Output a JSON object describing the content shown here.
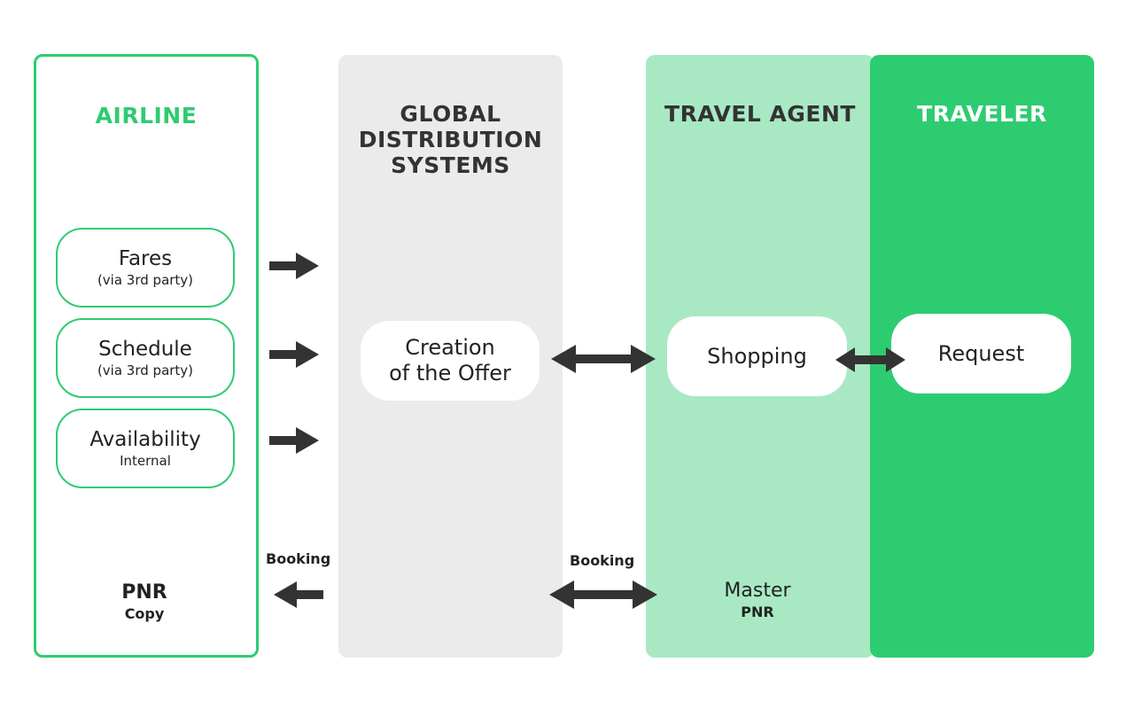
{
  "columns": {
    "airline": {
      "title": "AIRLINE",
      "color": "#2ecc71"
    },
    "gds": {
      "title": "GLOBAL\nDISTRIBUTION\nSYSTEMS",
      "color": "#ebebeb"
    },
    "travel_agent": {
      "title": "TRAVEL AGENT",
      "color": "#a8e9c4"
    },
    "traveler": {
      "title": "TRAVELER",
      "color": "#2ecc71"
    }
  },
  "airline_sources": [
    {
      "label": "Fares",
      "sublabel": "(via 3rd party)"
    },
    {
      "label": "Schedule",
      "sublabel": "(via 3rd party)"
    },
    {
      "label": "Availability",
      "sublabel": "Internal"
    }
  ],
  "gds_node": {
    "label": "Creation\nof the Offer"
  },
  "agent_node": {
    "label": "Shopping"
  },
  "traveler_node": {
    "label": "Request"
  },
  "pnr_copy": {
    "label": "PNR",
    "sublabel": "Copy"
  },
  "master_pnr": {
    "label": "Master",
    "sublabel": "PNR"
  },
  "booking_labels": {
    "left": "Booking",
    "right": "Booking"
  },
  "arrow_color": "#333333"
}
